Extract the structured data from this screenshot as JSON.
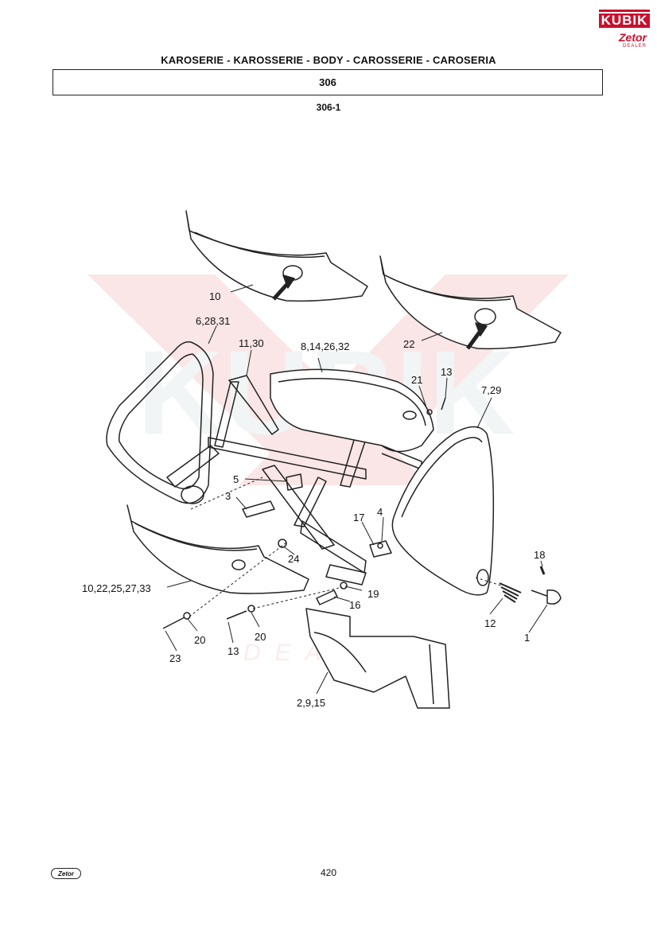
{
  "header": {
    "title": "KAROSERIE - KAROSSERIE - BODY - CAROSSERIE - CAROSERIA",
    "group": "306",
    "subgroup": "306-1"
  },
  "logo": {
    "top_text": "KUBIK",
    "bottom_text": "Zetor",
    "sub_text": "DEALER"
  },
  "watermark": {
    "text": "KUBIK",
    "subtext": "DEALER",
    "color": "#f3c6c6"
  },
  "footer": {
    "logo_text": "Zetor",
    "page_number": "420"
  },
  "callouts": [
    "10",
    "22",
    "6,28,31",
    "11,30",
    "8,14,26,32",
    "21",
    "13",
    "7,29",
    "5",
    "3",
    "17",
    "4",
    "24",
    "18",
    "10,22,25,27,33",
    "19",
    "16",
    "12",
    "1",
    "20",
    "20",
    "23",
    "13",
    "2,9,15"
  ]
}
